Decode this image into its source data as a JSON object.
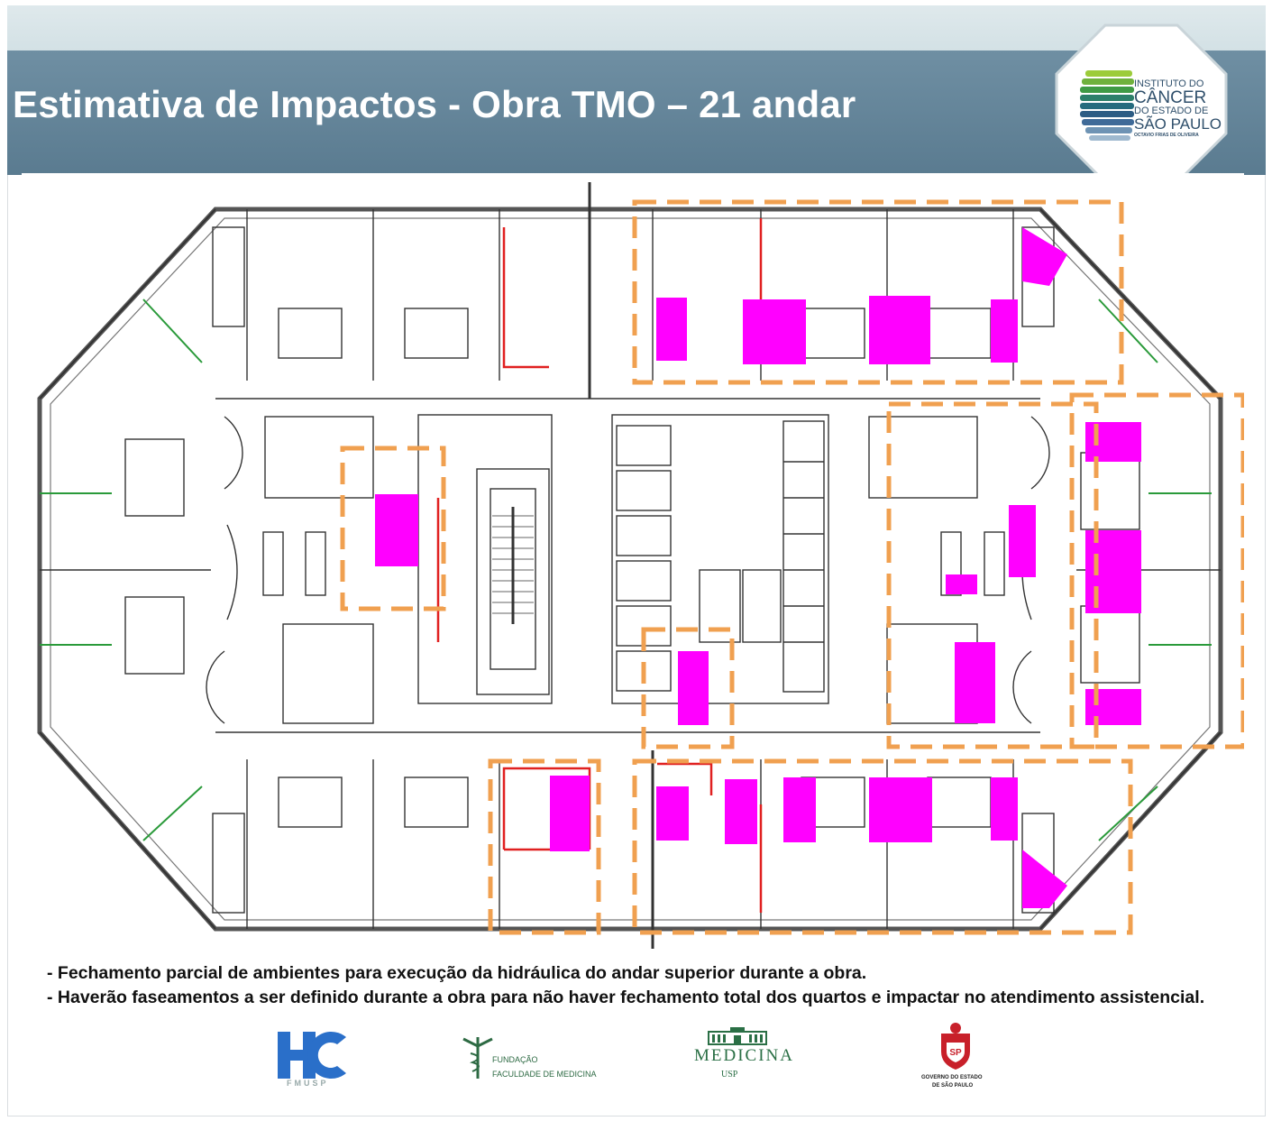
{
  "slide": {
    "title": "Estimativa de Impactos - Obra TMO –  21 andar",
    "colors": {
      "title_bar": "#5f8094",
      "top_strip": "#d9e5e8",
      "impact_fill": "#ff00ff",
      "phase_outline": "#f0a050",
      "wall_red": "#e02020"
    }
  },
  "header_logo": {
    "line1": "INSTITUTO DO",
    "line2": "CÂNCER",
    "line3": "DO ESTADO DE",
    "line4": "SÃO PAULO",
    "line5": "OCTAVIO FRIAS DE OLIVEIRA"
  },
  "notes": {
    "line1": "- Fechamento parcial de ambientes para execução da hidráulica do andar superior durante a obra.",
    "line2": "- Haverão faseamentos a ser definido durante a obra para não haver fechamento total dos quartos e impactar no atendimento assistencial."
  },
  "footer_logos": {
    "hc_sub": "FMUSP",
    "ffm_line1": "FUNDAÇÃO",
    "ffm_line2": "FACULDADE DE MEDICINA",
    "medicina": "MEDICINA",
    "medicina_sub": "USP",
    "sp_line1": "GOVERNO DO ESTADO",
    "sp_line2": "DE SÃO PAULO"
  },
  "floor_plan": {
    "icons": [
      "floor-plan-drawing",
      "impact-area-fill",
      "phase-dashed-outline"
    ]
  }
}
